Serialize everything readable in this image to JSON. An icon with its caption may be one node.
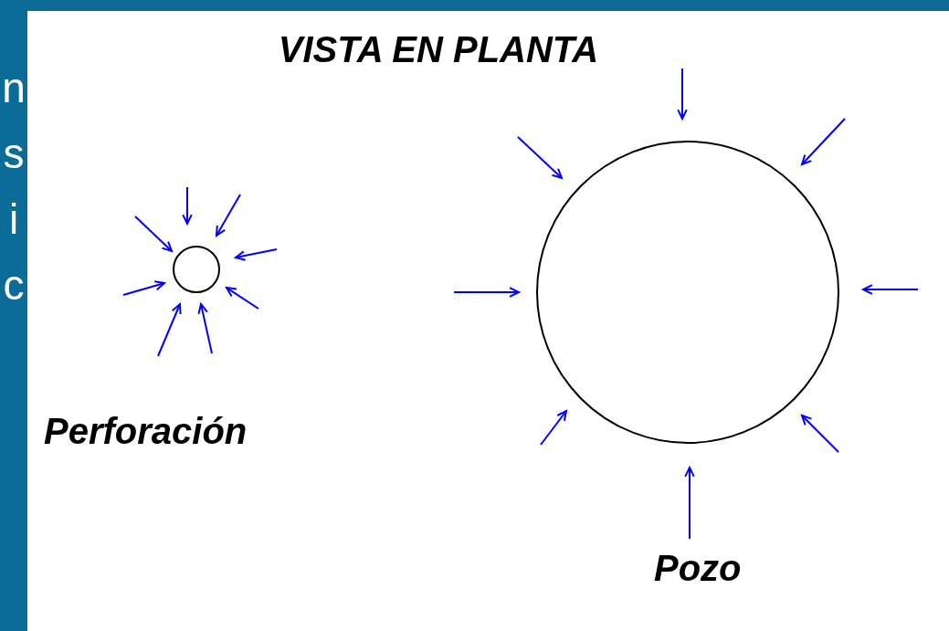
{
  "diagram": {
    "title": "VISTA EN PLANTA",
    "nodes": [
      {
        "text": [],
        "shape": "circle",
        "beside": [
          "Perforación"
        ]
      },
      {
        "text": [],
        "shape": "circle",
        "beside": [
          "Pozo"
        ]
      }
    ],
    "labels": [
      "n",
      "s",
      "i",
      "c"
    ]
  }
}
